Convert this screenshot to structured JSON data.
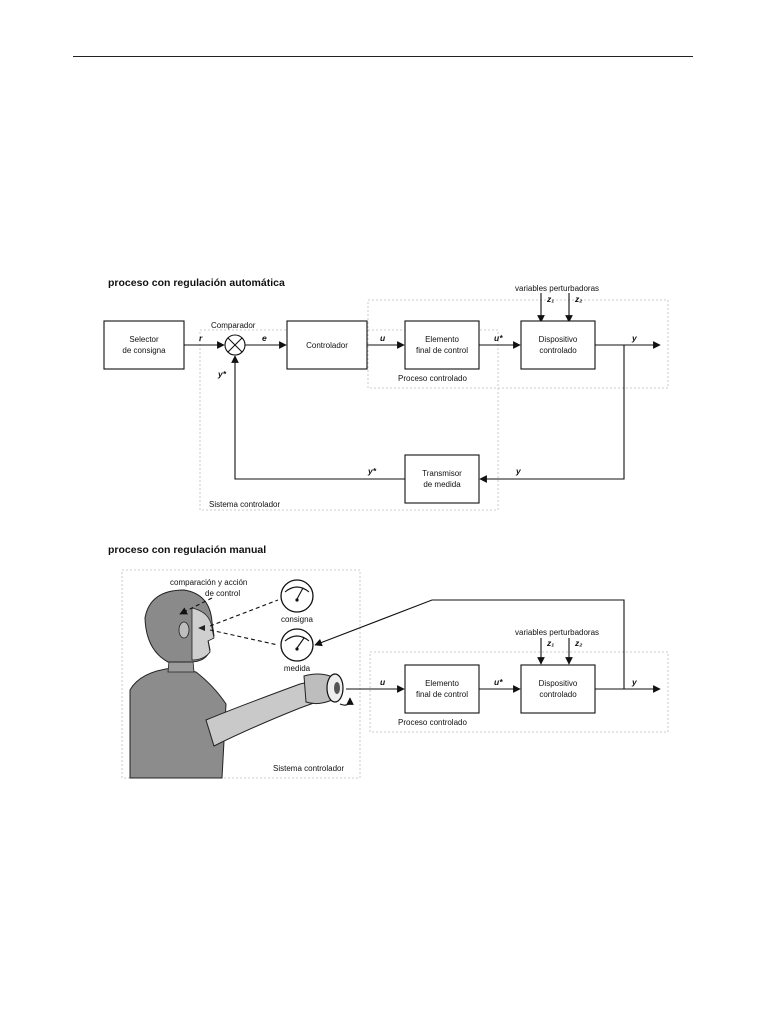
{
  "auto": {
    "title": "proceso con regulación automática",
    "disturbances_label": "variables perturbadoras",
    "z1": "z₁",
    "z2": "z₂",
    "comparator_label": "Comparador",
    "selector_line1": "Selector",
    "selector_line2": "de consigna",
    "controller": "Controlador",
    "actuator_line1": "Elemento",
    "actuator_line2": "final de control",
    "plant_line1": "Dispositivo",
    "plant_line2": "controlado",
    "transmitter_line1": "Transmisor",
    "transmitter_line2": "de medida",
    "sig_r": "r",
    "sig_e": "e",
    "sig_u": "u",
    "sig_ustar": "u*",
    "sig_y": "y",
    "sig_ystar": "y*",
    "process_label": "Proceso controlado",
    "system_label": "Sistema controlador"
  },
  "manual": {
    "title": "proceso con regulación manual",
    "comparison_line1": "comparación y acción",
    "comparison_line2": "de control",
    "setpoint_gauge": "consigna",
    "measure_gauge": "medida",
    "disturbances_label": "variables perturbadoras",
    "z1": "z₁",
    "z2": "z₂",
    "actuator_line1": "Elemento",
    "actuator_line2": "final de control",
    "plant_line1": "Dispositivo",
    "plant_line2": "controlado",
    "sig_u": "u",
    "sig_ustar": "u*",
    "sig_y": "y",
    "process_label": "Proceso controlado",
    "system_label": "Sistema controlador"
  }
}
